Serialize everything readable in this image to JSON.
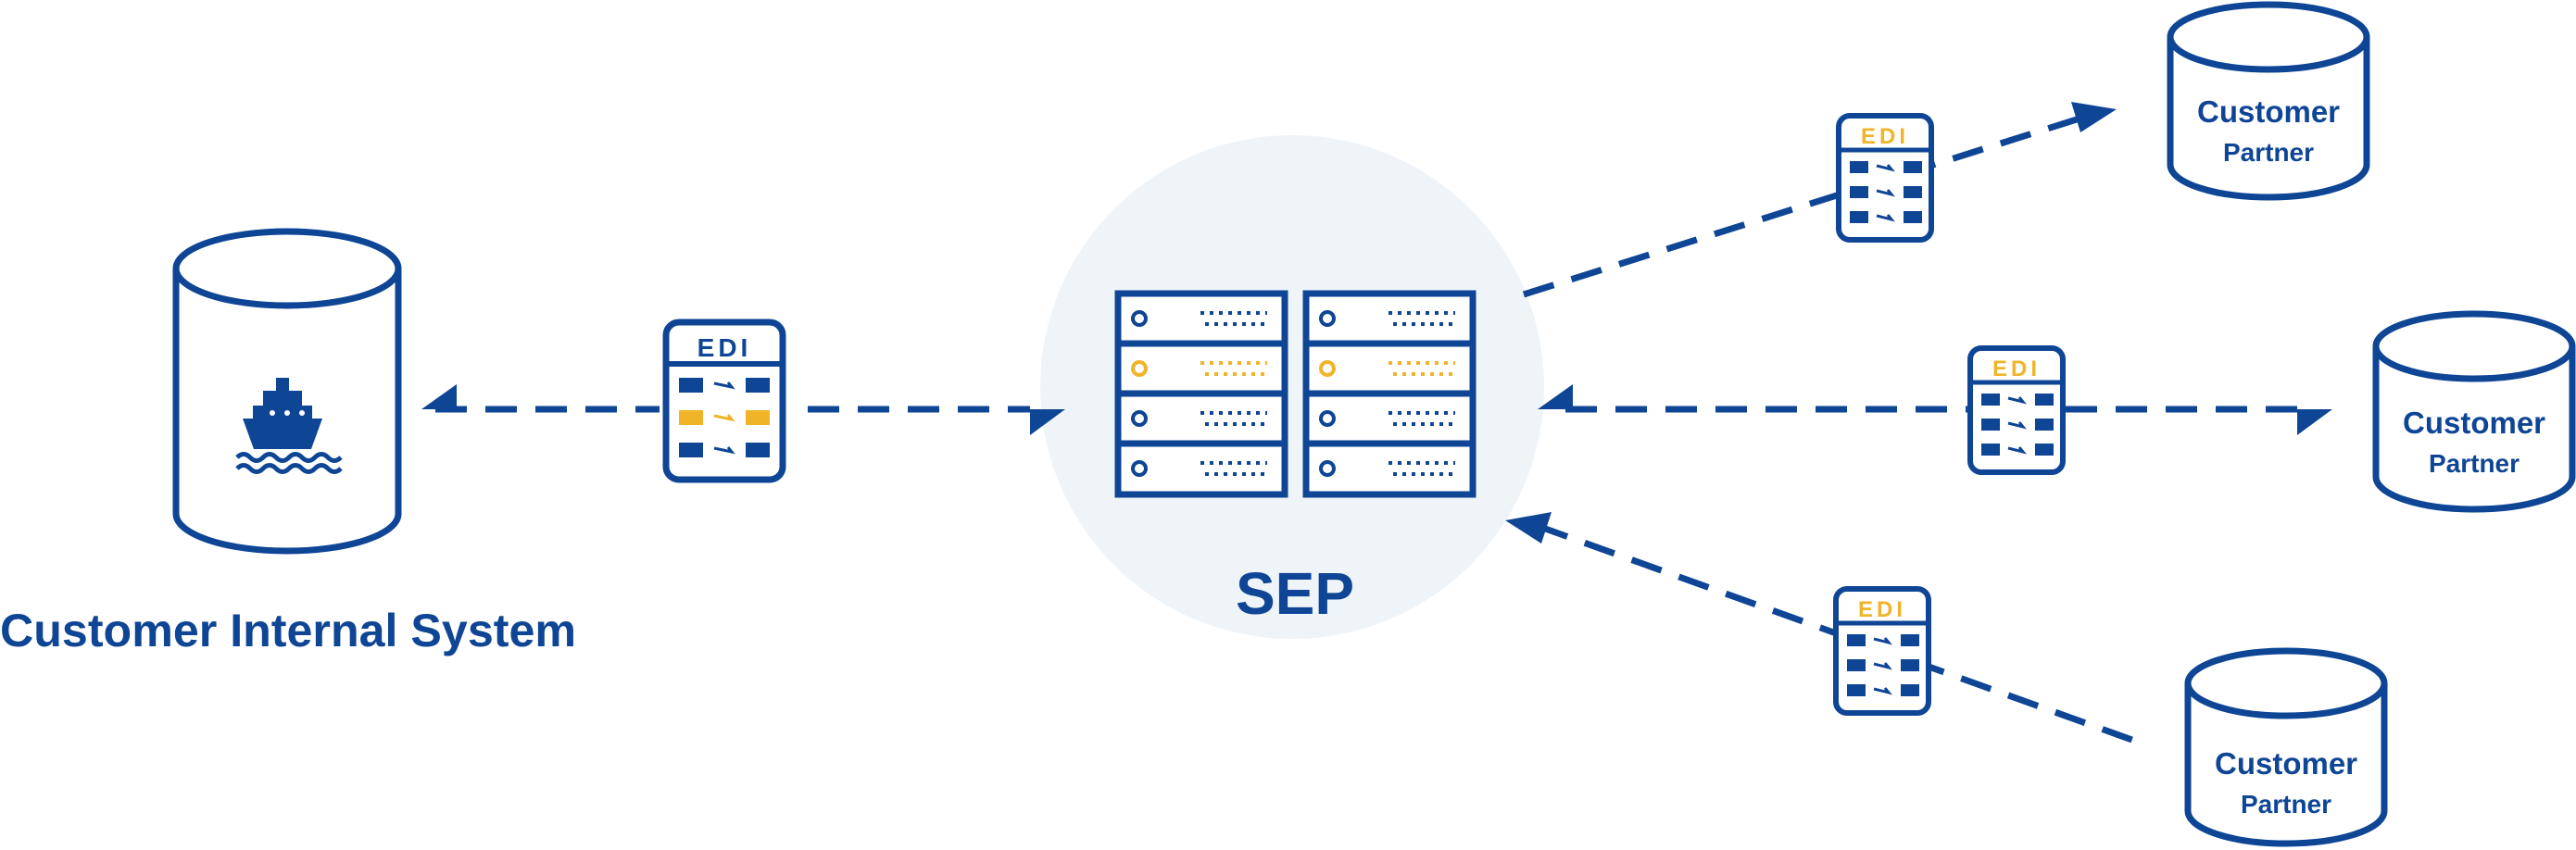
{
  "colors": {
    "primary": "#0e4595",
    "accent": "#f0b429",
    "hub_bg": "#eff4f9",
    "background": "#ffffff"
  },
  "internal_system": {
    "label": "Customer Internal System",
    "icon": "ship-icon"
  },
  "hub": {
    "label": "SEP",
    "icon": "server-rack-icon"
  },
  "partners": [
    {
      "line1": "Customer",
      "line2": "Partner"
    },
    {
      "line1": "Customer",
      "line2": "Partner"
    },
    {
      "line1": "Customer",
      "line2": "Partner"
    }
  ],
  "edi_documents": [
    {
      "label": "EDI",
      "icon": "edi-document-icon"
    },
    {
      "label": "EDI",
      "icon": "edi-document-icon"
    },
    {
      "label": "EDI",
      "icon": "edi-document-icon"
    },
    {
      "label": "EDI",
      "icon": "edi-document-icon"
    }
  ]
}
